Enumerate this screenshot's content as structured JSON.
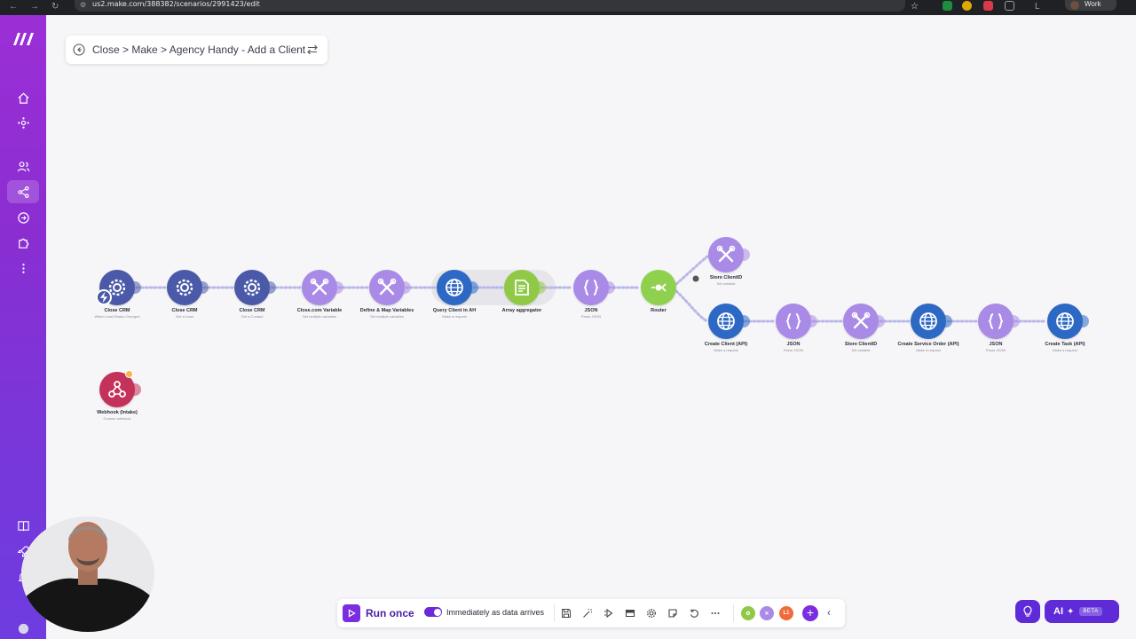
{
  "browser": {
    "url": "us2.make.com/388382/scenarios/2991423/edit",
    "profile_label": "Work"
  },
  "breadcrumb": {
    "path": "Close > Make > Agency Handy - Add a Client"
  },
  "modules": [
    {
      "id": "m1",
      "name": "Close CRM",
      "sub": "Watch Lead Status Changed",
      "color": "#4a5aa8",
      "icon": "gear-icon"
    },
    {
      "id": "m2",
      "name": "Close CRM",
      "sub": "Get a Lead",
      "color": "#4a5aa8",
      "icon": "gear-icon"
    },
    {
      "id": "m3",
      "name": "Close CRM",
      "sub": "Get a Contact",
      "color": "#4a5aa8",
      "icon": "gear-icon"
    },
    {
      "id": "m4",
      "name": "Close.com Variable",
      "sub": "Set multiple variables",
      "color": "#a98ae6",
      "icon": "tools-icon"
    },
    {
      "id": "m5",
      "name": "Define & Map Variables",
      "sub": "Set multiple variables",
      "color": "#a98ae6",
      "icon": "tools-icon"
    },
    {
      "id": "m6",
      "name": "Query Client in AH",
      "sub": "Make a request",
      "color": "#2d68c4",
      "icon": "globe-icon"
    },
    {
      "id": "m7",
      "name": "Array aggregator",
      "sub": "",
      "color": "#8fc945",
      "icon": "aggregator-icon"
    },
    {
      "id": "m8",
      "name": "JSON",
      "sub": "Parse JSON",
      "color": "#a98ae6",
      "icon": "braces-icon"
    },
    {
      "id": "m9",
      "name": "Router",
      "sub": "",
      "color": "#8fd14f",
      "icon": "router-icon"
    },
    {
      "id": "m10",
      "name": "Store ClientID",
      "sub": "Set variable",
      "color": "#a98ae6",
      "icon": "tools-icon"
    },
    {
      "id": "m11",
      "name": "Create Client (API)",
      "sub": "Make a request",
      "color": "#2d68c4",
      "icon": "globe-icon"
    },
    {
      "id": "m12",
      "name": "JSON",
      "sub": "Parse JSON",
      "color": "#a98ae6",
      "icon": "braces-icon"
    },
    {
      "id": "m13",
      "name": "Store ClientID",
      "sub": "Set variable",
      "color": "#a98ae6",
      "icon": "tools-icon"
    },
    {
      "id": "m14",
      "name": "Create Service Order (API)",
      "sub": "Make a request",
      "color": "#2d68c4",
      "icon": "globe-icon"
    },
    {
      "id": "m15",
      "name": "JSON",
      "sub": "Parse JSON",
      "color": "#a98ae6",
      "icon": "braces-icon"
    },
    {
      "id": "m16",
      "name": "Create Task (API)",
      "sub": "Make a request",
      "color": "#2d68c4",
      "icon": "globe-icon"
    },
    {
      "id": "m17",
      "name": "Webhook (Intake)",
      "sub": "Custom webhook",
      "color": "#c4315a",
      "icon": "webhook-icon"
    }
  ],
  "toolbar": {
    "run_label": "Run once",
    "schedule_label": "Immediately as data arrives",
    "schedule_enabled": true,
    "recent_app_1": "",
    "recent_app_2": "",
    "recent_app_3": "L1"
  },
  "ai": {
    "label": "AI",
    "badge": "BETA"
  },
  "colors": {
    "sidebar_top": "#9b2fd6",
    "accent": "#7a2ee0",
    "canvas": "#f6f6f8"
  }
}
